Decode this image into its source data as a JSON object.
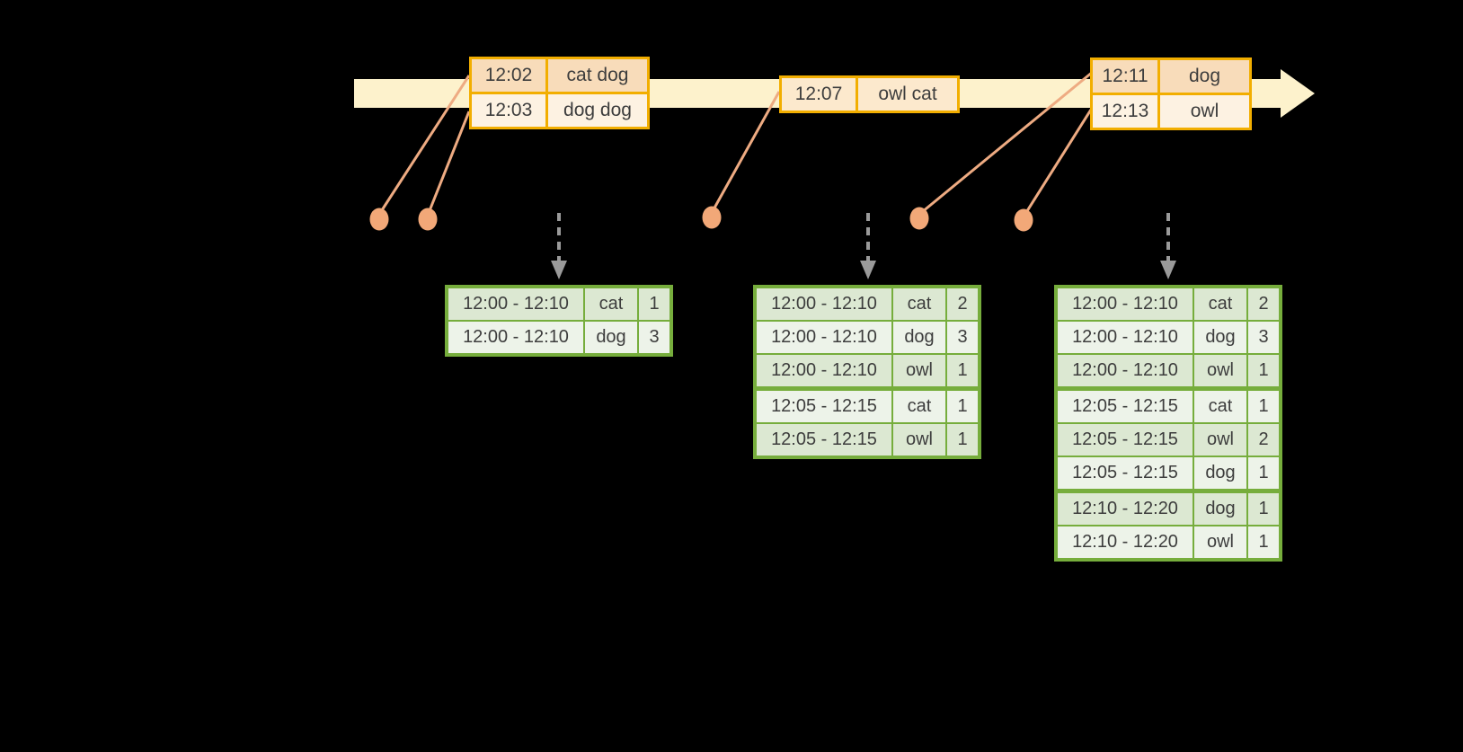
{
  "colors": {
    "background": "#000000",
    "timeline_band": "#fdf2cc",
    "event_border": "#f2ae00",
    "event_row_dark": "#f8dcba",
    "event_row_light": "#fdf2e2",
    "event_row_single": "#fce9cd",
    "connector": "#eeab82",
    "dot": "#f2a878",
    "trigger_arrow": "#9a9a9a",
    "result_border": "#76ad3c",
    "result_row_dark": "#dce8d2",
    "result_row_light": "#edf3e9",
    "text": "#3d3d3d"
  },
  "icons": {
    "timeline_arrowhead": "css-triangle-right",
    "trigger_arrow": "gray-dashed-down-arrow",
    "event_dot": "filled-peach-circle"
  },
  "events": [
    {
      "rows": [
        {
          "time": "12:02",
          "words": "cat dog"
        },
        {
          "time": "12:03",
          "words": "dog dog"
        }
      ]
    },
    {
      "rows": [
        {
          "time": "12:07",
          "words": "owl cat"
        }
      ]
    },
    {
      "rows": [
        {
          "time": "12:11",
          "words": "dog"
        },
        {
          "time": "12:13",
          "words": "owl"
        }
      ]
    }
  ],
  "result_tables": [
    {
      "rows": [
        {
          "window": "12:00 - 12:10",
          "word": "cat",
          "count": "1"
        },
        {
          "window": "12:00 - 12:10",
          "word": "dog",
          "count": "3"
        }
      ]
    },
    {
      "rows": [
        {
          "window": "12:00 - 12:10",
          "word": "cat",
          "count": "2"
        },
        {
          "window": "12:00 - 12:10",
          "word": "dog",
          "count": "3"
        },
        {
          "window": "12:00 - 12:10",
          "word": "owl",
          "count": "1"
        },
        {
          "window": "12:05 - 12:15",
          "word": "cat",
          "count": "1"
        },
        {
          "window": "12:05 - 12:15",
          "word": "owl",
          "count": "1"
        }
      ]
    },
    {
      "rows": [
        {
          "window": "12:00 - 12:10",
          "word": "cat",
          "count": "2"
        },
        {
          "window": "12:00 - 12:10",
          "word": "dog",
          "count": "3"
        },
        {
          "window": "12:00 - 12:10",
          "word": "owl",
          "count": "1"
        },
        {
          "window": "12:05 - 12:15",
          "word": "cat",
          "count": "1"
        },
        {
          "window": "12:05 - 12:15",
          "word": "owl",
          "count": "2"
        },
        {
          "window": "12:05 - 12:15",
          "word": "dog",
          "count": "1"
        },
        {
          "window": "12:10 - 12:20",
          "word": "dog",
          "count": "1"
        },
        {
          "window": "12:10 - 12:20",
          "word": "owl",
          "count": "1"
        }
      ]
    }
  ]
}
